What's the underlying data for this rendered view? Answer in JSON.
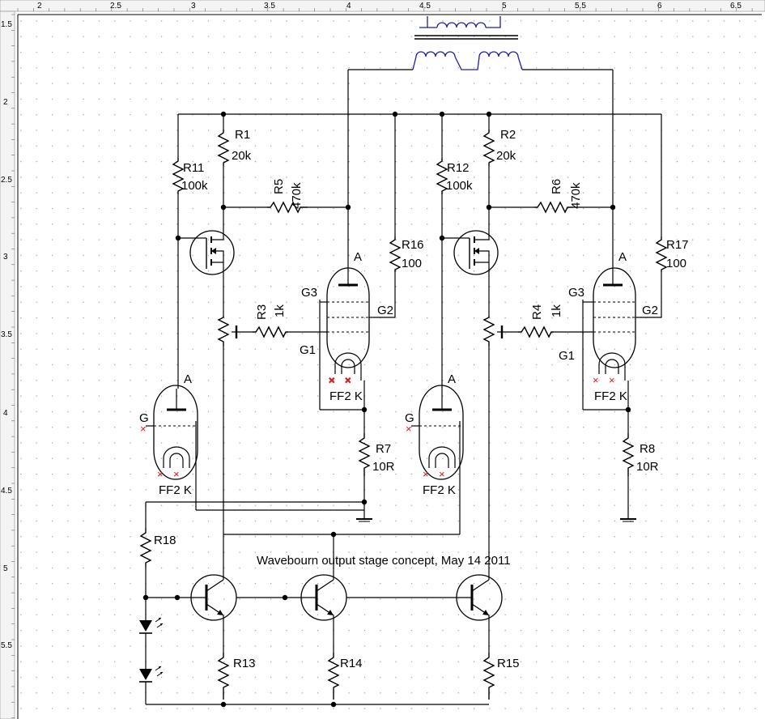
{
  "ruler": {
    "top": [
      "2",
      "2.5",
      "3",
      "3.5",
      "4",
      "4.5",
      "5",
      "5.5",
      "6",
      "6.5"
    ],
    "left": [
      "1.5",
      "2",
      "2.5",
      "3",
      "3.5",
      "4",
      "4.5",
      "5",
      "5.5"
    ]
  },
  "title": "Wavebourn output stage concept, May 14 2011",
  "resistors": {
    "r1": {
      "name": "R1",
      "value": "20k"
    },
    "r2": {
      "name": "R2",
      "value": "20k"
    },
    "r3": {
      "name": "R3",
      "value": "1k"
    },
    "r4": {
      "name": "R4",
      "value": "1k"
    },
    "r5": {
      "name": "R5",
      "value": "470k"
    },
    "r6": {
      "name": "R6",
      "value": "470k"
    },
    "r7": {
      "name": "R7",
      "value": "10R"
    },
    "r8": {
      "name": "R8",
      "value": "10R"
    },
    "r11": {
      "name": "R11",
      "value": "100k"
    },
    "r12": {
      "name": "R12",
      "value": "100k"
    },
    "r13": {
      "name": "R13"
    },
    "r14": {
      "name": "R14"
    },
    "r15": {
      "name": "R15"
    },
    "r16": {
      "name": "R16",
      "value": "100"
    },
    "r17": {
      "name": "R17",
      "value": "100"
    },
    "r18": {
      "name": "R18"
    }
  },
  "tubes": {
    "pentode_left": {
      "anode": "A",
      "g3": "G3",
      "g2": "G2",
      "g1": "G1",
      "heater": "FF2 K"
    },
    "pentode_right": {
      "anode": "A",
      "g3": "G3",
      "g2": "G2",
      "g1": "G1",
      "heater": "FF2 K"
    },
    "triode_left": {
      "anode": "A",
      "grid": "G",
      "heater": "FF2 K"
    },
    "triode_right": {
      "anode": "A",
      "grid": "G",
      "heater": "FF2 K"
    }
  },
  "colors": {
    "wire": "#000000",
    "grid_dot": "#9a9a9a",
    "pin_x": "#d42020",
    "lead": "#1f1fa8"
  }
}
